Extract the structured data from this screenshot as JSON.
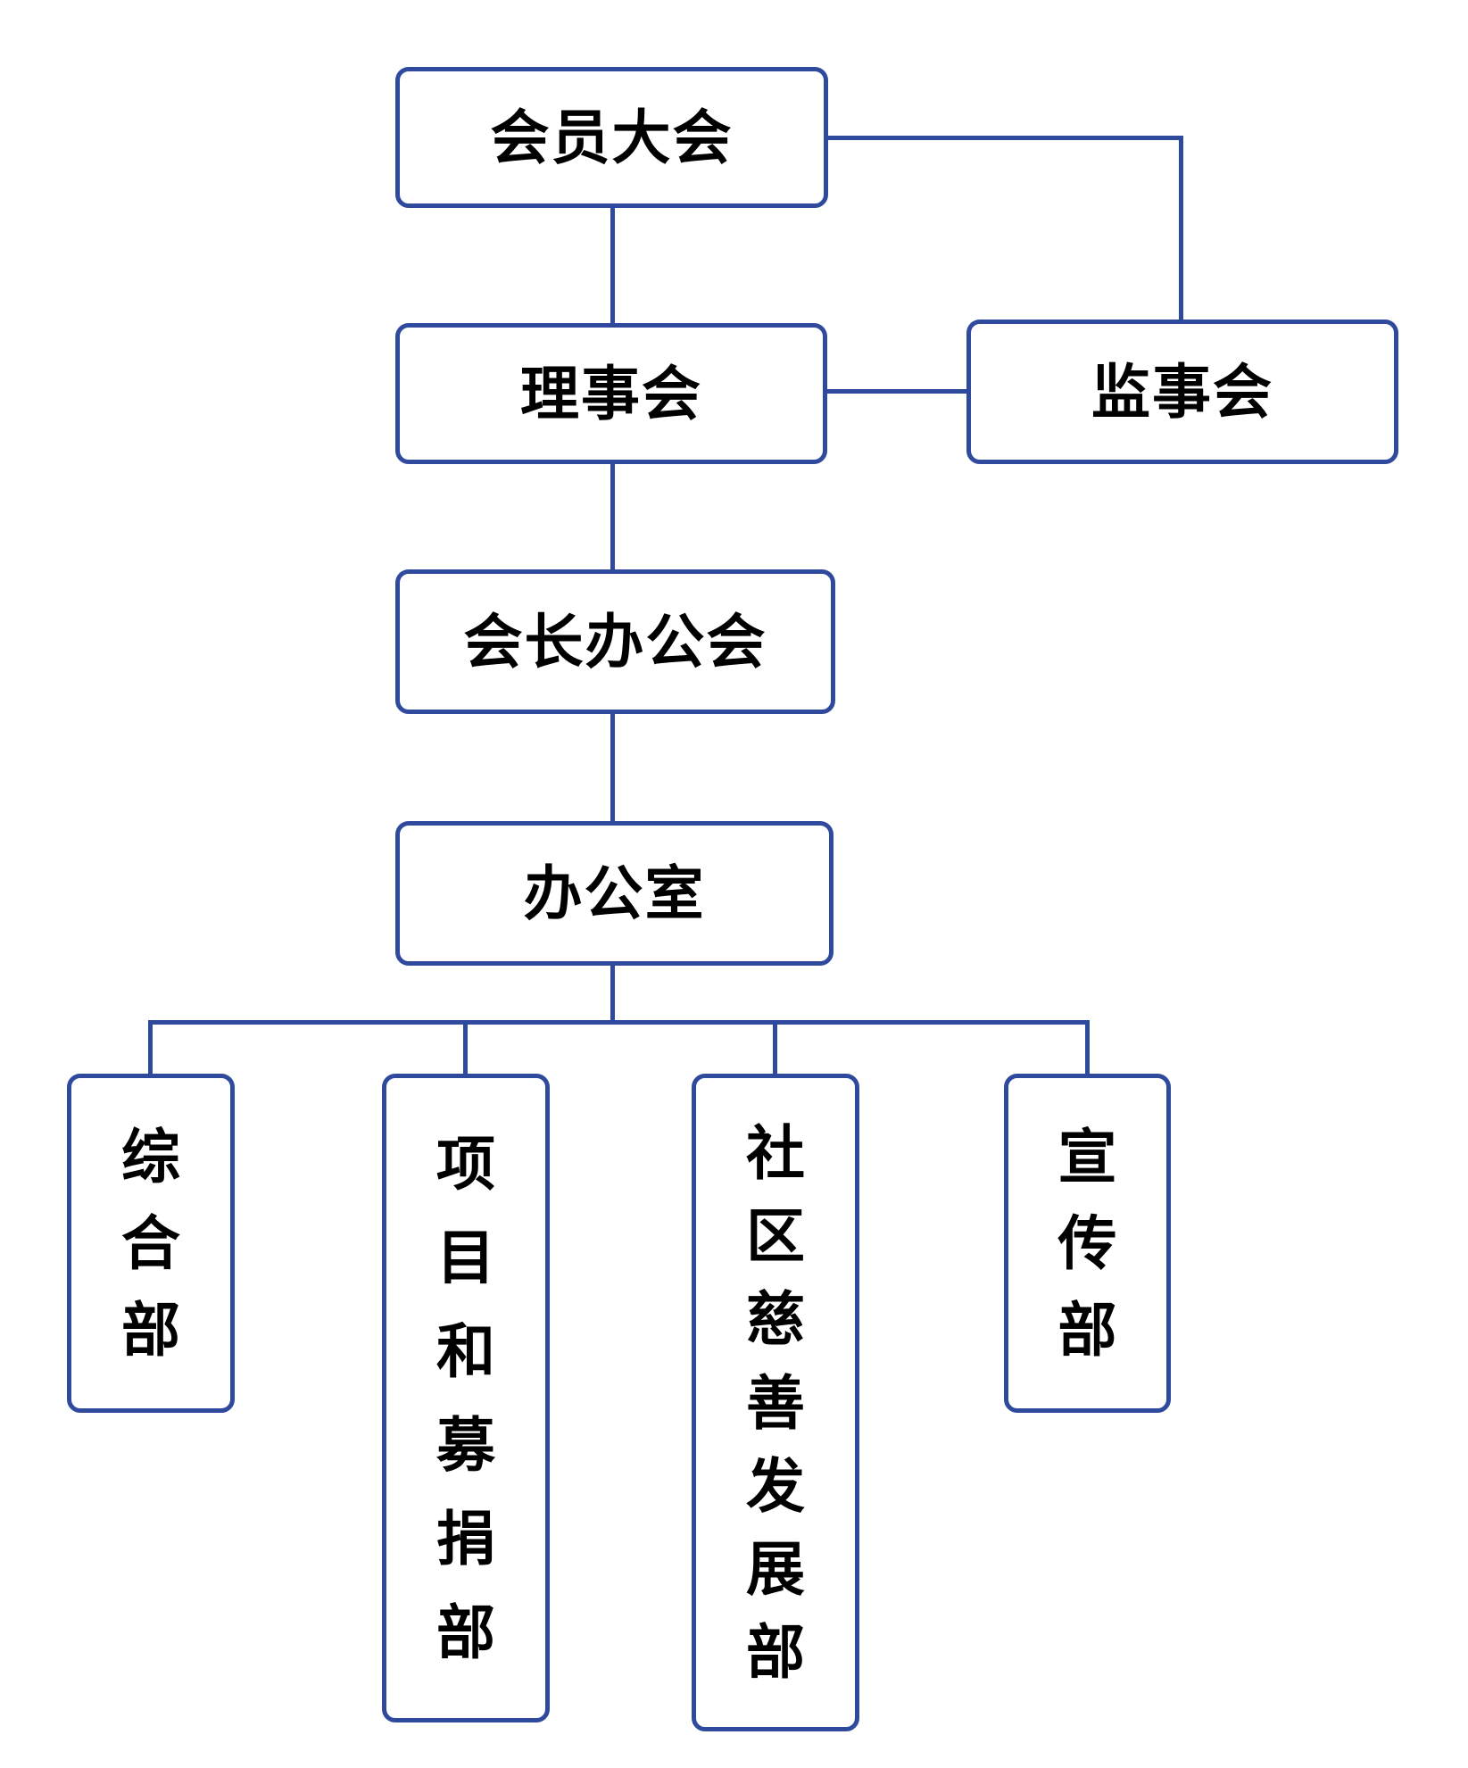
{
  "diagram": {
    "type": "org-chart",
    "line_color": "#2f4a9d",
    "text_color": "#000000",
    "background_color": "#ffffff",
    "nodes": {
      "member_assembly": {
        "label": "会员大会",
        "level": 1
      },
      "board": {
        "label": "理事会",
        "level": 2
      },
      "supervisory_board": {
        "label": "监事会",
        "level": 2
      },
      "president_office_meeting": {
        "label": "会长办公会",
        "level": 3
      },
      "office": {
        "label": "办公室",
        "level": 4
      },
      "general_dept": {
        "label": "综合部",
        "level": 5,
        "text_direction": "vertical"
      },
      "project_fundraising_dept": {
        "label": "项目和募捐部",
        "level": 5,
        "text_direction": "vertical"
      },
      "community_charity_dev_dept": {
        "label": "社区慈善发展部",
        "level": 5,
        "text_direction": "vertical"
      },
      "publicity_dept": {
        "label": "宣传部",
        "level": 5,
        "text_direction": "vertical"
      }
    },
    "edges": [
      {
        "from": "member_assembly",
        "to": "board"
      },
      {
        "from": "member_assembly",
        "to": "supervisory_board"
      },
      {
        "from": "board",
        "to": "supervisory_board"
      },
      {
        "from": "board",
        "to": "president_office_meeting"
      },
      {
        "from": "president_office_meeting",
        "to": "office"
      },
      {
        "from": "office",
        "to": "general_dept"
      },
      {
        "from": "office",
        "to": "project_fundraising_dept"
      },
      {
        "from": "office",
        "to": "community_charity_dev_dept"
      },
      {
        "from": "office",
        "to": "publicity_dept"
      }
    ]
  }
}
